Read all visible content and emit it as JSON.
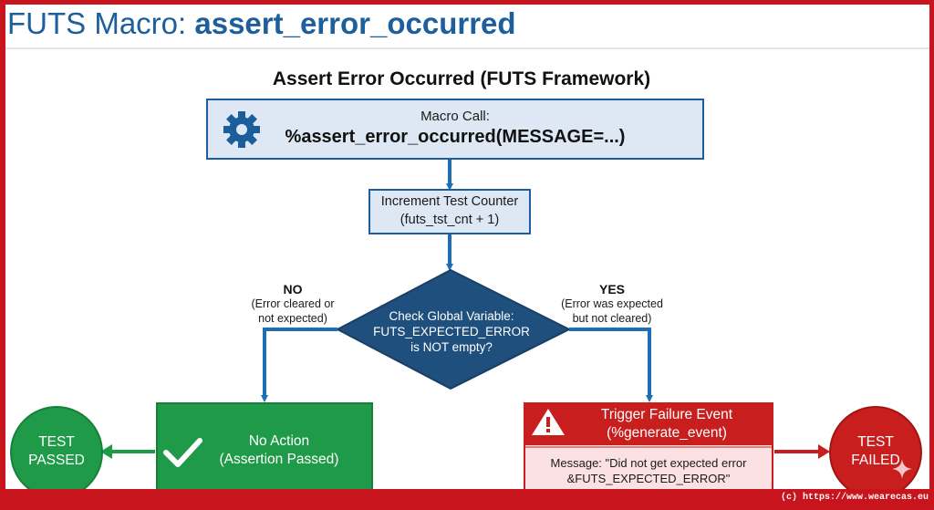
{
  "page": {
    "title_prefix": "FUTS Macro: ",
    "title_bold": "assert_error_occurred",
    "footer_credit": "(c) https://www.wearecas.eu"
  },
  "diagram": {
    "title": "Assert Error Occurred (FUTS Framework)",
    "macro_call": {
      "label": "Macro Call:",
      "code": "%assert_error_occurred(MESSAGE=...)",
      "icon": "gear-icon"
    },
    "increment": {
      "line1": "Increment Test Counter",
      "line2": "(futs_tst_cnt + 1)"
    },
    "decision": {
      "line1": "Check Global Variable:",
      "line2": "FUTS_EXPECTED_ERROR",
      "line3": "is NOT empty?"
    },
    "no_branch": {
      "label": "NO",
      "note1": "(Error cleared or",
      "note2": "not expected)"
    },
    "yes_branch": {
      "label": "YES",
      "note1": "(Error was expected",
      "note2": "but not cleared)"
    },
    "no_action": {
      "line1": "No Action",
      "line2": "(Assertion Passed)",
      "icon": "checkmark-icon"
    },
    "failure_event": {
      "line1": "Trigger Failure Event",
      "line2": "(%generate_event)",
      "message1": "Message: \"Did not get expected error",
      "message2": "&FUTS_EXPECTED_ERROR\"",
      "icon": "warning-icon"
    },
    "test_passed": {
      "line1": "TEST",
      "line2": "PASSED"
    },
    "test_failed": {
      "line1": "TEST",
      "line2": "FAILED"
    }
  },
  "colors": {
    "frame_red": "#c8141c",
    "title_blue": "#1d5f9c",
    "box_blue_fill": "#dde8f4",
    "box_blue_stroke": "#1c5d9b",
    "arrow_blue": "#1c6fb5",
    "diamond_navy": "#1f4f7d",
    "green": "#1f9a48",
    "red": "#c81e1e",
    "pink": "#fbe1e1"
  }
}
